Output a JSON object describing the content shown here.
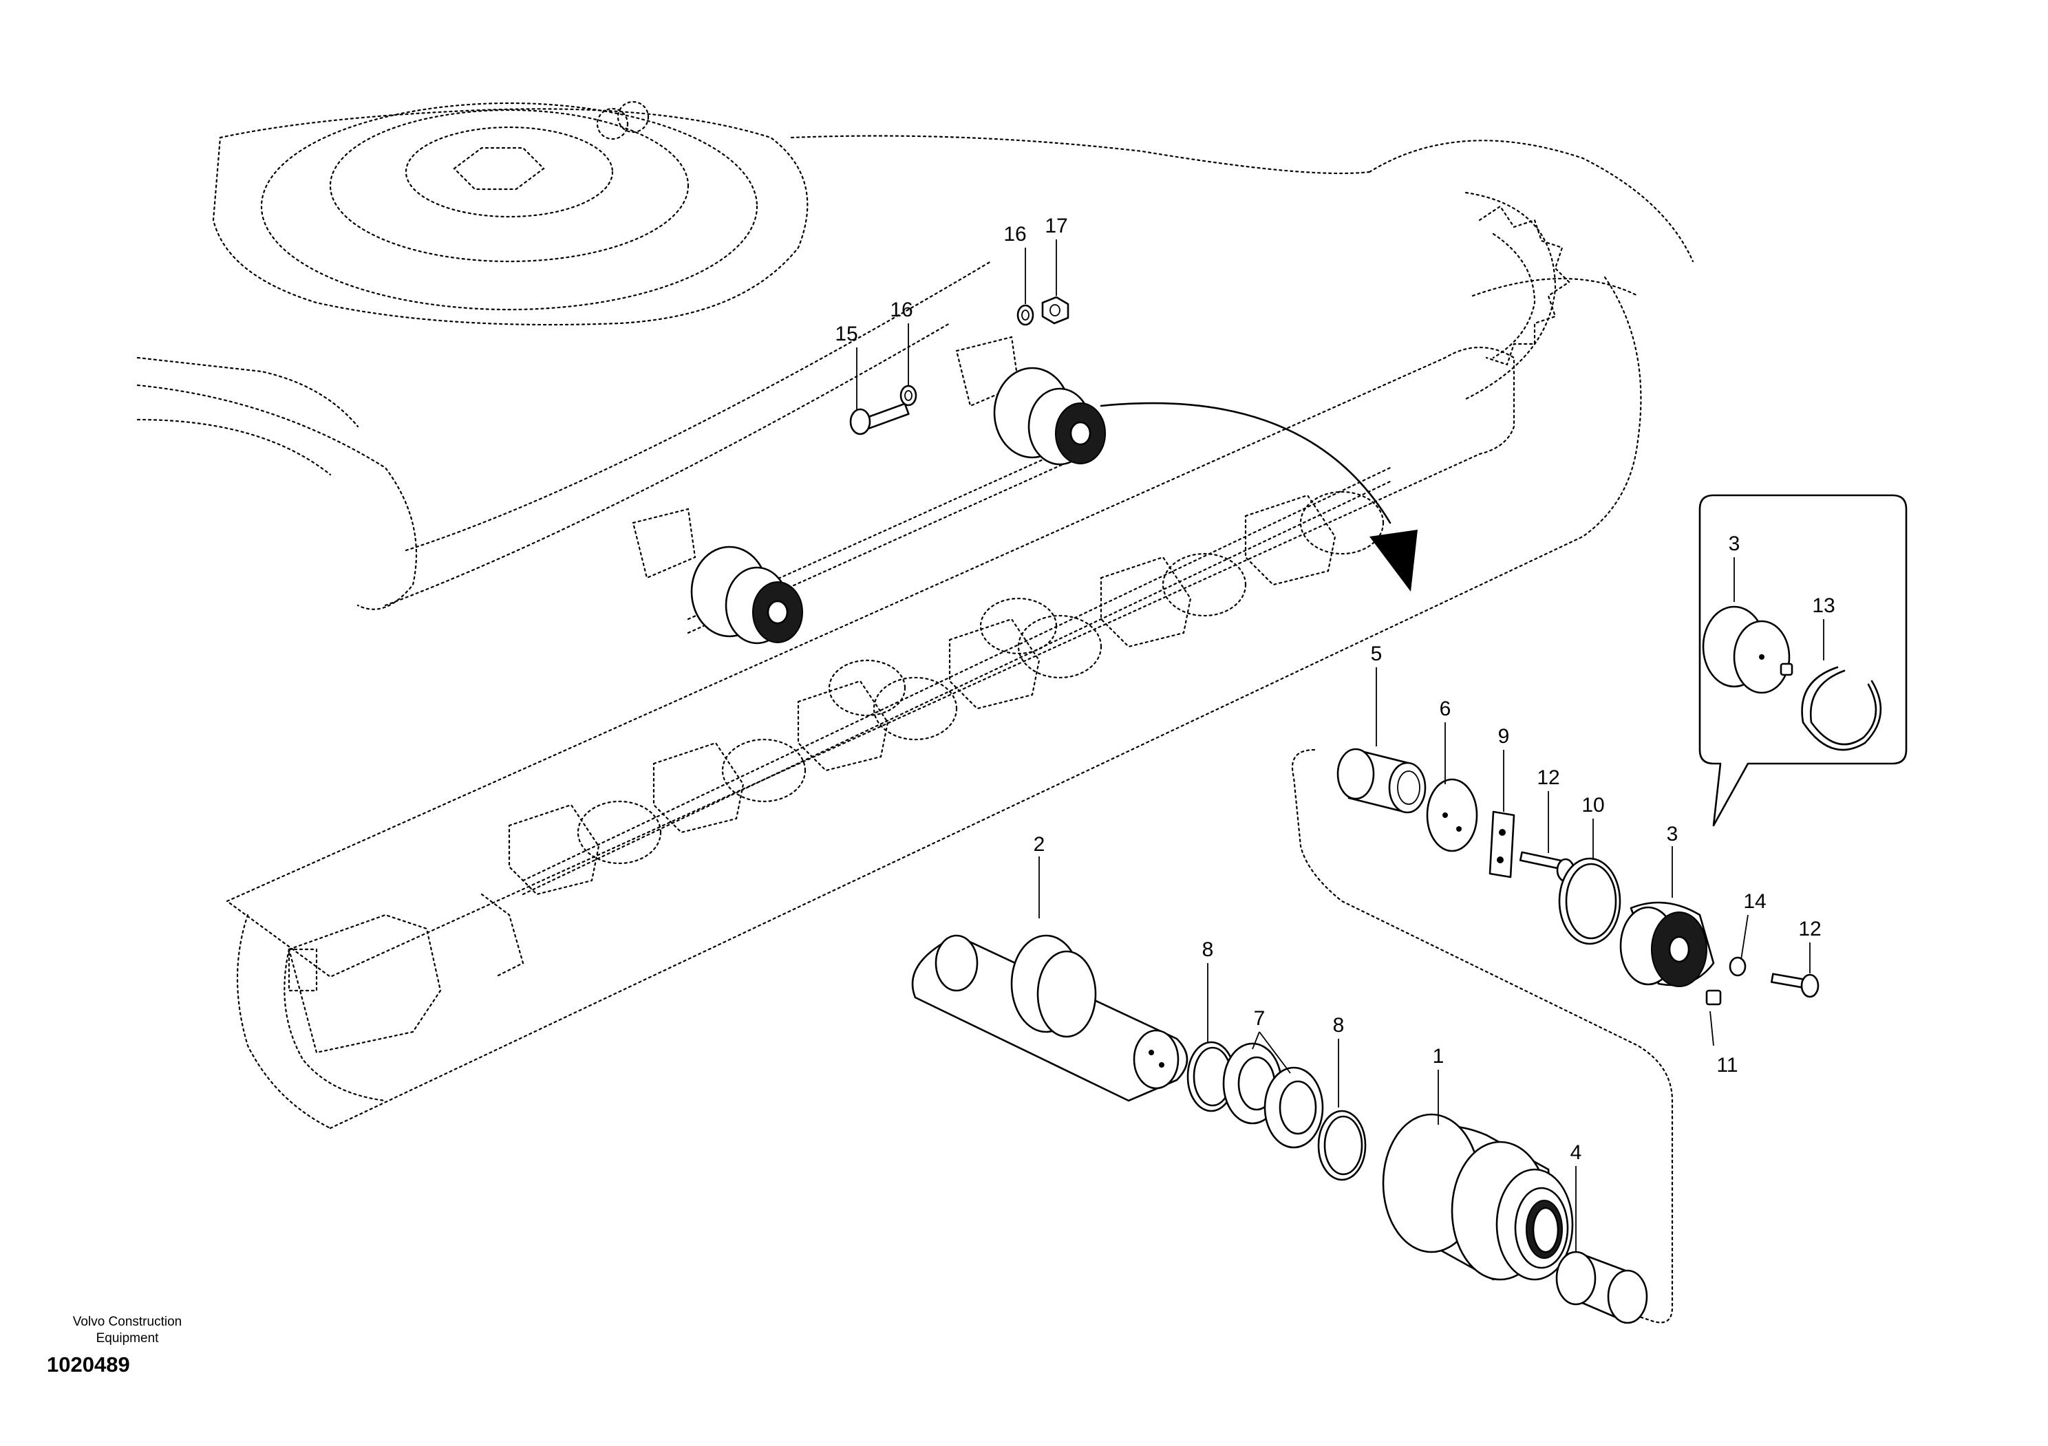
{
  "diagram": {
    "callouts": [
      {
        "id": "c1",
        "text": "1"
      },
      {
        "id": "c2",
        "text": "2"
      },
      {
        "id": "c3a",
        "text": "3"
      },
      {
        "id": "c3b",
        "text": "3"
      },
      {
        "id": "c4",
        "text": "4"
      },
      {
        "id": "c5",
        "text": "5"
      },
      {
        "id": "c6",
        "text": "6"
      },
      {
        "id": "c7",
        "text": "7"
      },
      {
        "id": "c8a",
        "text": "8"
      },
      {
        "id": "c8b",
        "text": "8"
      },
      {
        "id": "c9",
        "text": "9"
      },
      {
        "id": "c10",
        "text": "10"
      },
      {
        "id": "c11",
        "text": "11"
      },
      {
        "id": "c12a",
        "text": "12"
      },
      {
        "id": "c12b",
        "text": "12"
      },
      {
        "id": "c13",
        "text": "13"
      },
      {
        "id": "c14",
        "text": "14"
      },
      {
        "id": "c15",
        "text": "15"
      },
      {
        "id": "c16a",
        "text": "16"
      },
      {
        "id": "c16b",
        "text": "16"
      },
      {
        "id": "c17",
        "text": "17"
      }
    ]
  },
  "footer": {
    "company_line1": "Volvo Construction",
    "company_line2": "Equipment",
    "drawing_number": "1020489"
  }
}
